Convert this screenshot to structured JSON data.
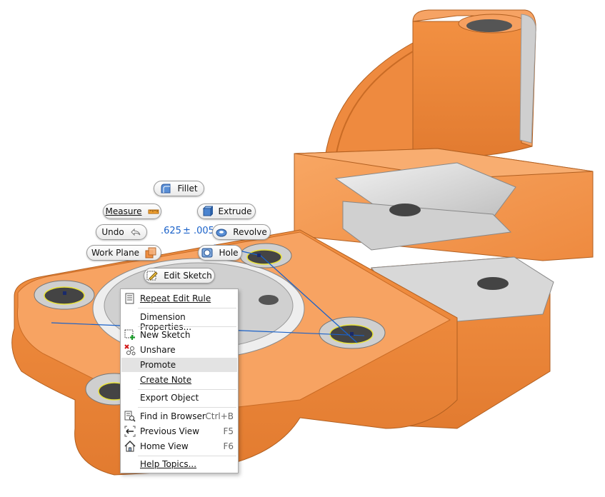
{
  "floating_buttons": {
    "fillet": "Fillet",
    "measure": "Measure",
    "extrude": "Extrude",
    "undo": "Undo",
    "revolve": "Revolve",
    "work_plane": "Work Plane",
    "hole": "Hole",
    "edit_sketch": "Edit Sketch"
  },
  "dimension": {
    "value": ".625",
    "tolerance": "± .005"
  },
  "context_menu": {
    "items": [
      {
        "label": "Repeat Edit Rule",
        "shortcut": "",
        "icon": "repeat-icon"
      },
      {
        "label": "Dimension Properties...",
        "shortcut": "",
        "icon": ""
      },
      {
        "label": "New Sketch",
        "shortcut": "",
        "icon": "new-sketch-icon"
      },
      {
        "label": "Unshare",
        "shortcut": "",
        "icon": "unshare-icon"
      },
      {
        "label": "Promote",
        "shortcut": "",
        "icon": ""
      },
      {
        "label": "Create Note",
        "shortcut": "",
        "icon": ""
      },
      {
        "label": "Export Object",
        "shortcut": "",
        "icon": ""
      },
      {
        "label": "Find in Browser",
        "shortcut": "Ctrl+B",
        "icon": "find-in-browser-icon"
      },
      {
        "label": "Previous View",
        "shortcut": "F5",
        "icon": "previous-view-icon"
      },
      {
        "label": "Home View",
        "shortcut": "F6",
        "icon": "home-view-icon"
      },
      {
        "label": "Help Topics...",
        "shortcut": "",
        "icon": ""
      }
    ],
    "highlighted": "Promote"
  },
  "colors": {
    "part_orange": "#f4944a",
    "part_orange_dark": "#d9772e",
    "part_face_grey": "#d9d9d9",
    "dimension_blue": "#1b62c9",
    "sketch_yellow": "#e8e23a"
  }
}
